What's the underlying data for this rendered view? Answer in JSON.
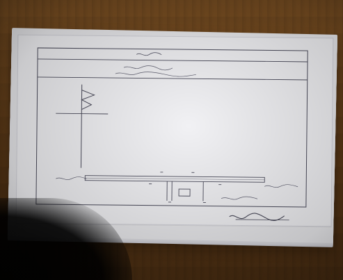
{
  "scene": {
    "background_color": "#6a421b",
    "paper_color": "#f1f1f4",
    "ink_color": "#4b4b5b"
  },
  "handwriting": [
    {
      "id": "title",
      "text": ""
    },
    {
      "id": "subtitle_1",
      "text": ""
    },
    {
      "id": "subtitle_2",
      "text": ""
    },
    {
      "id": "left_label",
      "text": ""
    },
    {
      "id": "right_label",
      "text": ""
    },
    {
      "id": "below_label",
      "text": ""
    },
    {
      "id": "signature",
      "text": ""
    }
  ]
}
